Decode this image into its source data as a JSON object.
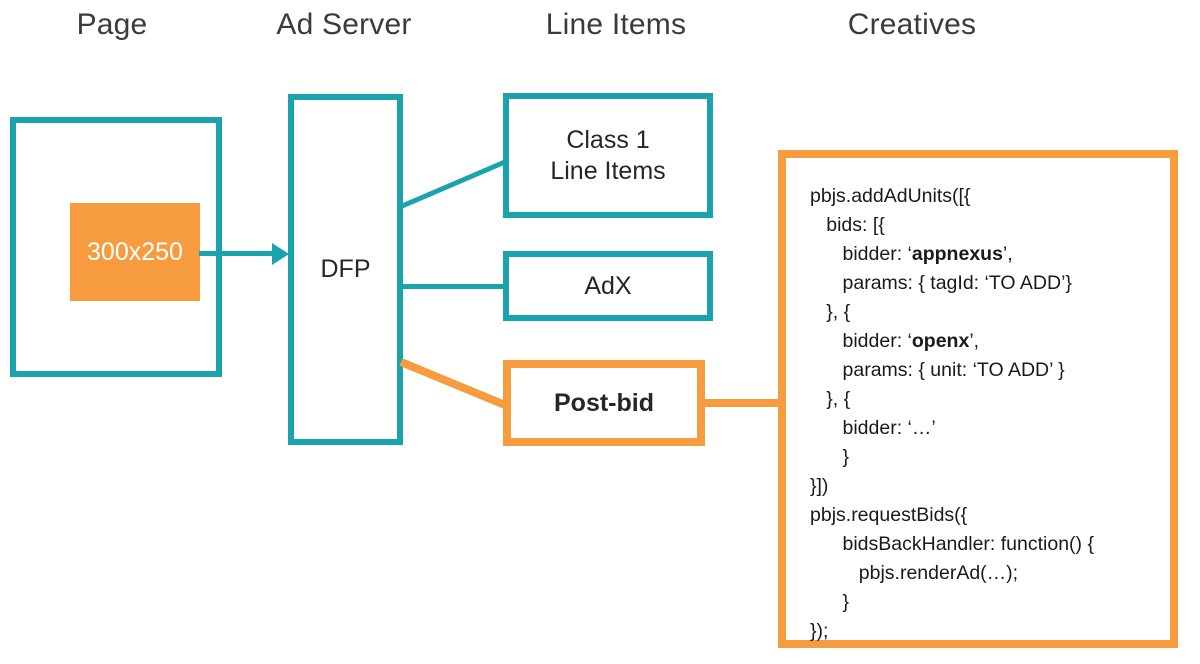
{
  "columns": [
    {
      "id": "page",
      "label": "Page"
    },
    {
      "id": "ad-server",
      "label": "Ad Server"
    },
    {
      "id": "line-items",
      "label": "Line Items"
    },
    {
      "id": "creatives",
      "label": "Creatives"
    }
  ],
  "nodes": {
    "page_frame": {
      "label": ""
    },
    "creative_slot": {
      "label": "300x250"
    },
    "ad_server": {
      "label": "DFP"
    },
    "class1": {
      "label": "Class 1\nLine Items",
      "line1": "Class 1",
      "line2": "Line Items"
    },
    "adx": {
      "label": "AdX"
    },
    "postbid": {
      "label": "Post-bid"
    }
  },
  "code": {
    "lines": [
      {
        "text": "pbjs.addAdUnits([{",
        "bold": null
      },
      {
        "text": "   bids: [{",
        "bold": null
      },
      {
        "text": "      bidder: ‘",
        "bold": "appnexus",
        "after": "’,"
      },
      {
        "text": "      params: { tagId: ‘TO ADD’}",
        "bold": null
      },
      {
        "text": "   }, {",
        "bold": null
      },
      {
        "text": "      bidder: ‘",
        "bold": "openx",
        "after": "’,"
      },
      {
        "text": "      params: { unit: ‘TO ADD’ }",
        "bold": null
      },
      {
        "text": "   }, {",
        "bold": null
      },
      {
        "text": "      bidder: ‘…’",
        "bold": null
      },
      {
        "text": "      }",
        "bold": null
      },
      {
        "text": "}])",
        "bold": null
      },
      {
        "text": "pbjs.requestBids({",
        "bold": null
      },
      {
        "text": "      bidsBackHandler: function() {",
        "bold": null
      },
      {
        "text": "         pbjs.renderAd(…);",
        "bold": null
      },
      {
        "text": "      }",
        "bold": null
      },
      {
        "text": "});",
        "bold": null
      }
    ]
  },
  "colors": {
    "teal": "#1aa3ad",
    "orange": "#f69c3f",
    "text": "#262626",
    "heading": "#3b3b3b",
    "background": "#ffffff"
  }
}
